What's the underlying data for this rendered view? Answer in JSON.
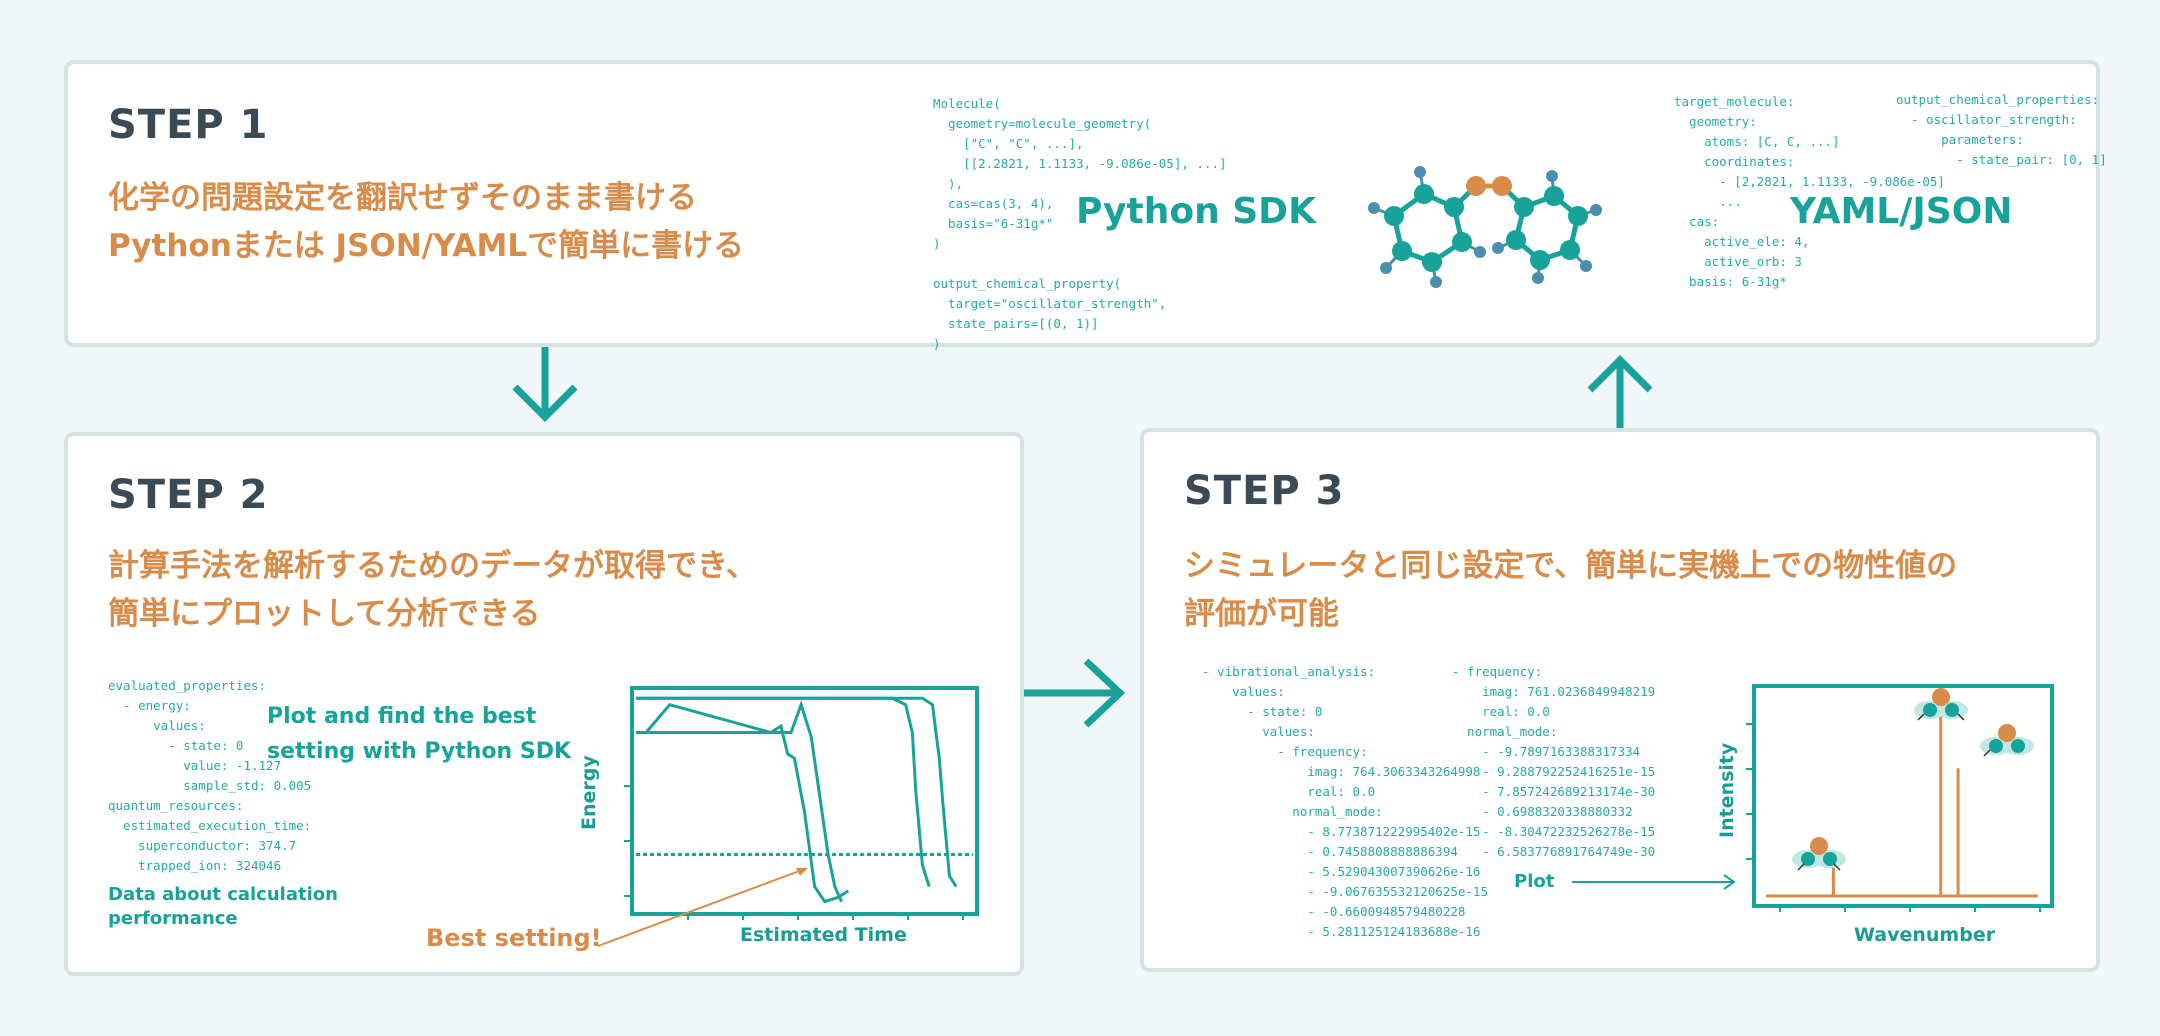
{
  "step1": {
    "title": "STEP 1",
    "heading_line1": "化学の問題設定を翻訳せずそのまま書ける",
    "heading_line2": "Pythonまたは JSON/YAMLで簡単に書ける",
    "python_code": "Molecule(\n  geometry=molecule_geometry(\n    [\"C\", \"C\", ...],\n    [[2.2821, 1.1133, -9.086e-05], ...]\n  ),\n  cas=cas(3, 4),\n  basis=\"6-31g*\"\n)\n\noutput_chemical_property(\n  target=\"oscillator_strength\",\n  state_pairs=[(0, 1)]\n)",
    "python_label": "Python SDK",
    "yaml_code_left": "target_molecule:\n  geometry:\n    atoms: [C, C, ...]\n    coordinates:\n      - [2,2821, 1.1133, -9.086e-05]\n      ...\n  cas:\n    active_ele: 4,\n    active_orb: 3\n  basis: 6-31g*",
    "yaml_code_right": "output_chemical_properties:\n  - oscillator_strength:\n      parameters:\n        - state_pair: [0, 1]",
    "yaml_label": "YAML/JSON"
  },
  "step2": {
    "title": "STEP 2",
    "heading_line1": "計算手法を解析するためのデータが取得でき、",
    "heading_line2": "簡単にプロットして分析できる",
    "code": "evaluated_properties:\n  - energy:\n      values:\n        - state: 0\n          value: -1.127\n          sample_std: 0.005\nquantum_resources:\n  estimated_execution_time:\n    superconductor: 374.7\n    trapped_ion: 324046",
    "plot_label_line1": "Plot and find the best",
    "plot_label_line2": "setting with Python SDK",
    "data_label_line1": "Data about calculation",
    "data_label_line2": "performance",
    "best_setting": "Best setting!",
    "xlabel": "Estimated Time",
    "ylabel": "Energy"
  },
  "step3": {
    "title": "STEP 3",
    "heading_line1": "シミュレータと同じ設定で、簡単に実機上での物性値の",
    "heading_line2": "評価が可能",
    "code_left": "- vibrational_analysis:\n    values:\n      - state: 0\n        values:\n          - frequency:\n              imag: 764.3063343264998\n              real: 0.0\n            normal_mode:\n              - 8.773871222995402e-15\n              - 0.7458808888886394\n              - 5.529043007390626e-16\n              - -9.067635532120625e-15\n              - -0.6600948579480228\n              - 5.281125124183688e-16",
    "code_right": "- frequency:\n    imag: 761.0236849948219\n    real: 0.0\n  normal_mode:\n    - -9.7897163388317334\n    - 9.288792252416251e-15\n    - 7.857242689213174e-30\n    - 0.6988320338880332\n    - -8.30472232526278e-15\n    - 6.583776891764749e-30",
    "plot_label": "Plot",
    "xlabel": "Wavenumber",
    "ylabel": "Intensity"
  },
  "chart_data": [
    {
      "type": "line",
      "title": "",
      "xlabel": "Estimated Time",
      "ylabel": "Energy",
      "series": [
        {
          "values": [
            [
              0,
              0.82
            ],
            [
              3,
              0.82
            ],
            [
              10,
              0.95
            ],
            [
              40,
              0.82
            ],
            [
              43,
              0.85
            ],
            [
              45,
              0.72
            ],
            [
              47,
              0.7
            ],
            [
              50,
              0.45
            ],
            [
              53,
              0.1
            ],
            [
              56,
              0.03
            ],
            [
              60,
              0.05
            ],
            [
              62,
              0.07
            ],
            [
              63,
              0.08
            ]
          ]
        },
        {
          "values": [
            [
              0,
              0.98
            ],
            [
              85,
              0.98
            ],
            [
              88,
              0.95
            ],
            [
              89,
              0.82
            ],
            [
              90,
              0.7
            ],
            [
              91,
              0.5
            ],
            [
              93,
              0.15
            ],
            [
              95,
              0.1
            ]
          ]
        },
        {
          "values": [
            [
              0,
              0.98
            ],
            [
              76,
              0.98
            ],
            [
              80,
              0.95
            ],
            [
              82,
              0.82
            ],
            [
              83,
              0.55
            ],
            [
              85,
              0.2
            ],
            [
              87,
              0.1
            ]
          ]
        },
        {
          "values": [
            [
              0,
              0.82
            ],
            [
              46,
              0.82
            ],
            [
              49,
              0.95
            ],
            [
              52,
              0.8
            ],
            [
              57,
              0.25
            ],
            [
              59,
              0.1
            ],
            [
              61,
              0.03
            ]
          ]
        }
      ],
      "reference_line": 0.25
    },
    {
      "type": "bar",
      "title": "",
      "xlabel": "Wavenumber",
      "ylabel": "Intensity",
      "x": [
        0.26,
        0.63,
        0.69
      ],
      "values": [
        0.19,
        0.97,
        0.62
      ]
    }
  ]
}
